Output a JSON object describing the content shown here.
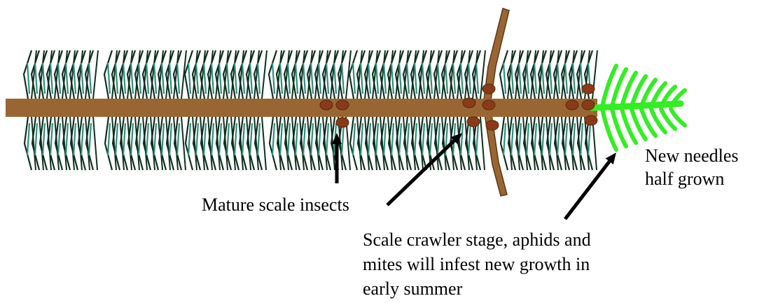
{
  "colors": {
    "branch": "#996633",
    "needle_dark": "#0f2f1f",
    "needle_teal": "#2f8f7a",
    "new_growth": "#33ee22",
    "insect": "#8a3a18",
    "arrow": "#000000",
    "background": "#ffffff"
  },
  "labels": {
    "mature_scale": [
      "Mature scale insects"
    ],
    "new_needles": [
      "New needles",
      "half grown"
    ],
    "crawler": [
      "Scale crawler stage, aphids and",
      "mites will infest new growth in",
      "early summer"
    ]
  }
}
